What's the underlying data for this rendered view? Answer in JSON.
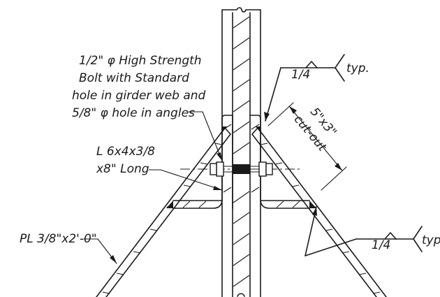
{
  "labels": {
    "bolt_note": [
      "1/2\" φ High Strength",
      "Bolt with Standard",
      "hole in girder web and",
      "5/8\" φ hole in angles"
    ],
    "angle_note": [
      "L 6x4x3/8",
      "x8\" Long"
    ],
    "plate_note": "PL 3/8\"x2'-0\"",
    "cutout_dim": [
      "5\"x3\"",
      "cut-out"
    ],
    "weld_top_size": "1/4",
    "weld_top_note": "typ.",
    "weld_bottom_size": "1/4",
    "weld_bottom_note": "typ"
  }
}
